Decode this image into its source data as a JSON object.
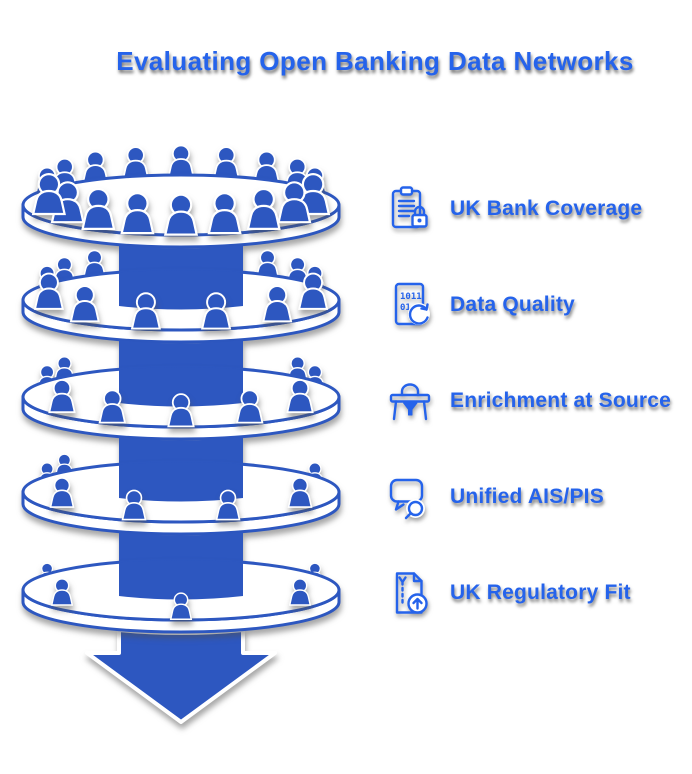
{
  "title": "Evaluating Open Banking Data Networks",
  "colors": {
    "accent_blue": "#2563eb",
    "funnel_blue": "#2d57c0",
    "background": "#ffffff"
  },
  "funnel": {
    "type": "funnel-stack",
    "description": "Five stacked platters of people narrowing downward through a central column into a down arrow",
    "levels": [
      {
        "people": 18
      },
      {
        "people": 12
      },
      {
        "people": 9
      },
      {
        "people": 7
      },
      {
        "people": 5
      }
    ],
    "arrow_direction": "down"
  },
  "items": [
    {
      "label": "UK Bank Coverage",
      "icon": "clipboard-lock-icon"
    },
    {
      "label": "Data Quality",
      "icon": "binary-document-refresh-icon",
      "digits_row1": "1011",
      "digits_row2": "01"
    },
    {
      "label": "Enrichment at Source",
      "icon": "workbench-funnel-icon"
    },
    {
      "label": "Unified AIS/PIS",
      "icon": "chat-search-icon"
    },
    {
      "label": "UK Regulatory Fit",
      "icon": "document-upload-icon"
    }
  ]
}
